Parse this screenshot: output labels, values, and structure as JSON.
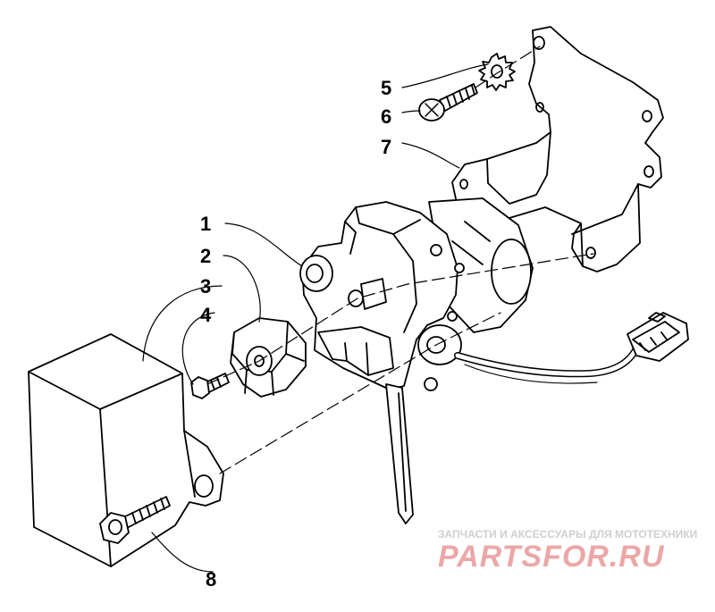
{
  "diagram": {
    "callouts": [
      {
        "id": "1",
        "label": "1"
      },
      {
        "id": "2",
        "label": "2"
      },
      {
        "id": "3",
        "label": "3"
      },
      {
        "id": "4",
        "label": "4"
      },
      {
        "id": "5",
        "label": "5"
      },
      {
        "id": "6",
        "label": "6"
      },
      {
        "id": "7",
        "label": "7"
      },
      {
        "id": "8",
        "label": "8"
      }
    ]
  },
  "watermark": {
    "tagline": "ЗАПЧАСТИ И АКСЕССУАРЫ ДЛЯ МОТОТЕХНИКИ",
    "logo_text": "PARTSFOR.RU",
    "color": "#e58a8a"
  }
}
